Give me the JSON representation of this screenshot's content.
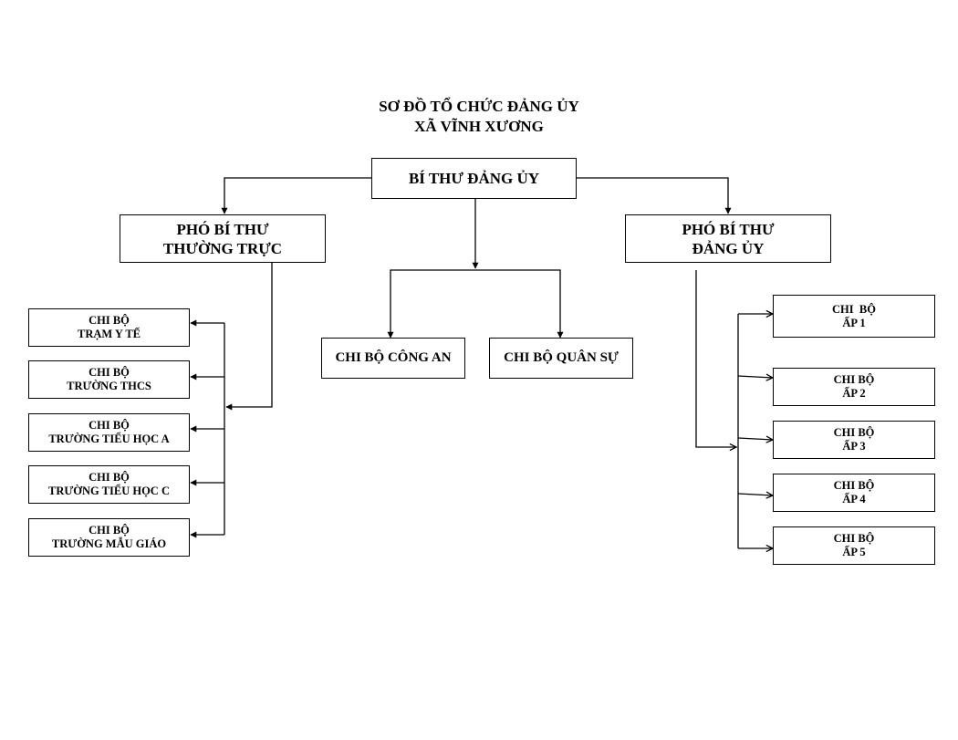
{
  "title": {
    "line1": "SƠ ĐỒ TỔ CHỨC ĐẢNG ỦY",
    "line2": "XÃ VĨNH XƯƠNG"
  },
  "top": {
    "label": "BÍ THƯ ĐẢNG ỦY"
  },
  "deputy_standing": {
    "line1": "PHÓ BÍ THƯ",
    "line2": "THƯỜNG TRỰC"
  },
  "deputy": {
    "line1": "PHÓ BÍ THƯ",
    "line2": "ĐẢNG ỦY"
  },
  "center_branches": [
    {
      "label": "CHI BỘ CÔNG AN"
    },
    {
      "label": "CHI BỘ QUÂN SỰ"
    }
  ],
  "left_branches": [
    {
      "line1": "CHI BỘ",
      "line2": "TRẠM Y TẾ"
    },
    {
      "line1": "CHI BỘ",
      "line2": "TRƯỜNG THCS"
    },
    {
      "line1": "CHI BỘ",
      "line2": "TRƯỜNG TIỂU HỌC A"
    },
    {
      "line1": "CHI BỘ",
      "line2": "TRƯỜNG TIỂU HỌC C"
    },
    {
      "line1": "CHI BỘ",
      "line2": "TRƯỜNG MẪU GIÁO"
    }
  ],
  "right_branches": [
    {
      "line1": "CHI  BỘ",
      "line2": "ẤP 1"
    },
    {
      "line1": "CHI BỘ",
      "line2": "ẤP 2"
    },
    {
      "line1": "CHI BỘ",
      "line2": "ẤP 3"
    },
    {
      "line1": "CHI BỘ",
      "line2": "ẤP 4"
    },
    {
      "line1": "CHI BỘ",
      "line2": "ẤP 5"
    }
  ]
}
